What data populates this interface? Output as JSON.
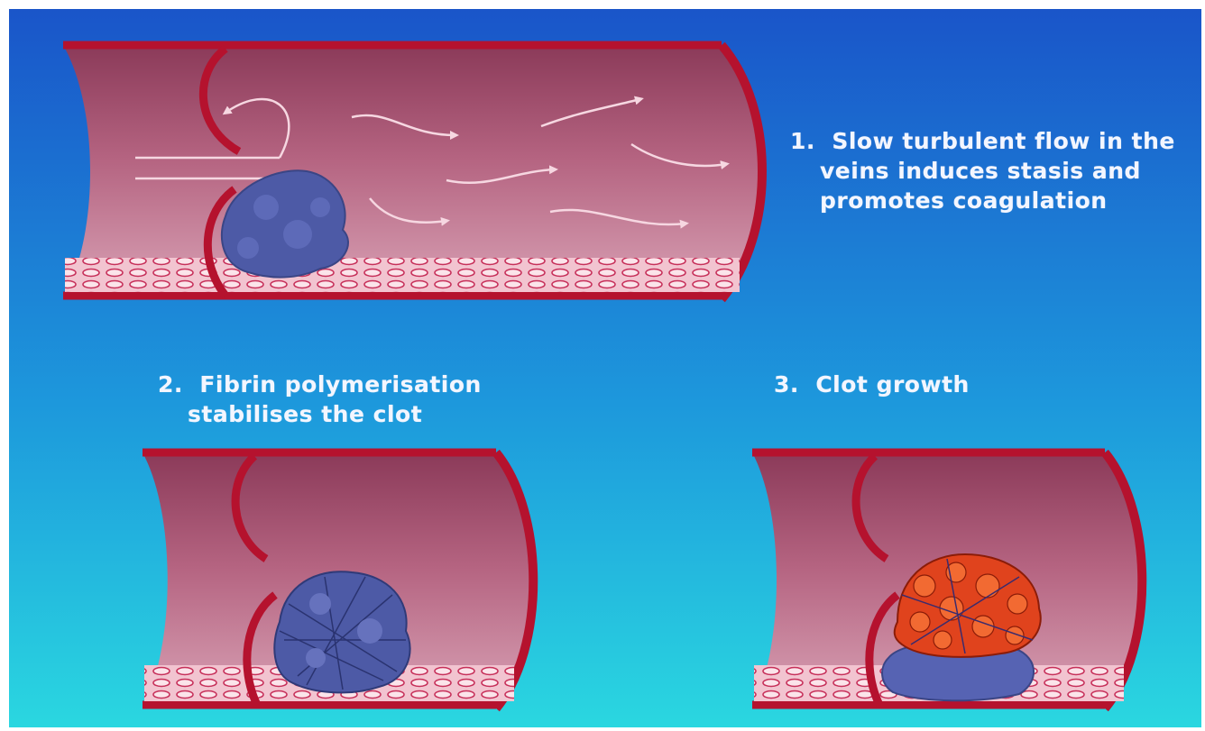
{
  "colors": {
    "background_top": "#1a55c9",
    "background_bottom": "#2ad7e0",
    "vessel_wall": "#b5122e",
    "vessel_lumen": "#a24c6b",
    "endothelium": "#f0b3c2",
    "flow_arrows": "#f6d7e1",
    "clot_platelets": "#4d5aa6",
    "clot_red_cells": "#e0431d"
  },
  "steps": [
    {
      "number": "1.",
      "lines": [
        "Slow turbulent flow in the",
        "veins induces stasis and",
        "promotes coagulation"
      ]
    },
    {
      "number": "2.",
      "lines": [
        "Fibrin polymerisation",
        "stabilises the clot"
      ]
    },
    {
      "number": "3.",
      "lines": [
        "Clot growth"
      ]
    }
  ]
}
